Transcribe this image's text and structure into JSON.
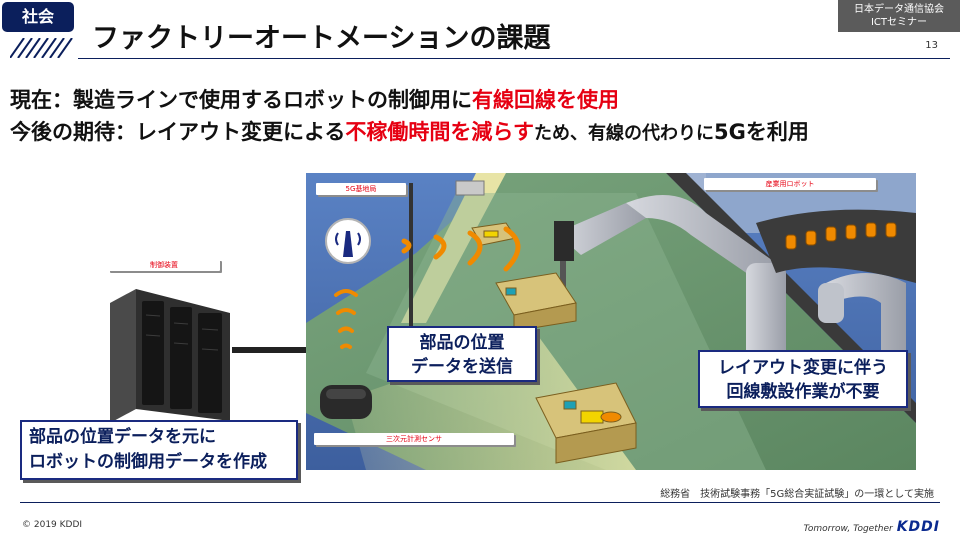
{
  "header": {
    "tag": "社会",
    "title": "ファクトリーオートメーションの課題",
    "org_line1": "日本データ通信協会",
    "org_line2": "ICTセミナー",
    "page_number": "13"
  },
  "statements": {
    "line1_a": "現在：製造ラインで使用するロボットの制御用に",
    "line1_b": "有線回線を使用",
    "line2_a": "今後の期待：レイアウト変更による",
    "line2_b": "不稼働時間を減らす",
    "line2_c": "ため、",
    "line2_d": "有線の代わりに",
    "line2_e": "5Gを利用"
  },
  "illustration": {
    "labels": {
      "station": "5G基地局",
      "robot": "産業用ロボット",
      "controller": "制御装置",
      "sensor": "三次元計測センサ"
    },
    "callouts": {
      "parts_1": "部品の位置",
      "parts_2": "データを送信",
      "layout_1": "レイアウト変更に伴う",
      "layout_2": "回線敷設作業が不要",
      "control_1": "部品の位置データを元に",
      "control_2": "ロボットの制御用データを作成"
    }
  },
  "footer": {
    "note": "総務省　技術試験事務「5G総合実証試験」の一環として実施",
    "copyright": "© 2019 KDDI",
    "tagline": "Tomorrow, Together",
    "logo": "KDDI"
  },
  "colors": {
    "navy": "#0b1f5c",
    "accent_red": "#e60012",
    "signal_orange": "#f08a00",
    "belt_green": "#6f9a73",
    "scene_blue": "#4f74b8"
  }
}
